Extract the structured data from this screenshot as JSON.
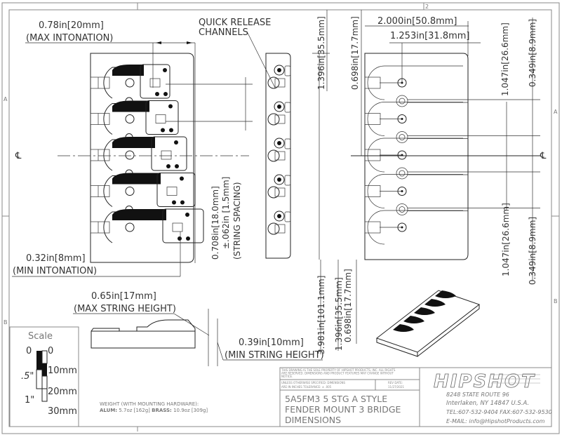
{
  "drawing": {
    "zone_labels": {
      "top_col": "2",
      "left_row_a": "A",
      "right_row_a": "A",
      "left_row_b": "B",
      "right_row_b": "B",
      "centerline": "℄"
    },
    "top_view": {
      "max_intonation_value": "0.78in[20mm]",
      "max_intonation_label": "(MAX INTONATION)",
      "min_intonation_value": "0.32in[8mm]",
      "min_intonation_label": "(MIN INTONATION)",
      "string_spacing_value": "0.708in[18.0mm]",
      "string_spacing_tolerance": "±.062in [1.5mm]",
      "string_spacing_label": "(STRING SPACING)",
      "saddle_count": 5
    },
    "side_callout": {
      "line1": "QUICK RELEASE",
      "line2": "CHANNELS"
    },
    "vertical_dims": {
      "d1": "1.396in[35.5mm]",
      "d2": "0.698in[17.7mm]",
      "overall_length": "3.981in[101.1mm]",
      "d3": "1.396in[35.5mm]",
      "d4": "0.698in[17.7mm]"
    },
    "bottom_view": {
      "width": "2.000in[50.8mm]",
      "hole_offset": "1.253in[31.8mm]",
      "outer_top": "1.047in[26.6mm]",
      "inner_top": "0.349in[8.9mm]",
      "outer_bottom": "1.047in[26.6mm]",
      "inner_bottom": "0.349in[8.9mm]"
    },
    "profile_view": {
      "max_height_value": "0.65in[17mm]",
      "max_height_label": "(MAX STRING HEIGHT)",
      "min_height_value": "0.39in[10mm]",
      "min_height_label": "(MIN STRING HEIGHT)"
    },
    "scale_box": {
      "title": "Scale",
      "inch_ticks": [
        "0",
        ".5\"",
        "1\""
      ],
      "mm_ticks": [
        "0",
        "10mm",
        "20mm",
        "30mm"
      ]
    },
    "weight": {
      "line1": "WEIGHT (WITH MOUNTING HARDWARE):",
      "alum_label": "ALUM:",
      "alum_value": "5.7oz [162g]",
      "brass_label": "BRASS:",
      "brass_value": "10.9oz [309g]"
    },
    "title_block": {
      "notice": "THIS DRAWING IS THE SOLE PROPERTY OF HIPSHOT PRODUCTS, INC. ALL RIGHTS ARE RESERVED. DIMENSIONS AND PRODUCT FEATURES MAY CHANGE WITHOUT NOTICE.",
      "tolerance_line1": "UNLESS OTHERWISE SPECIFIED: DIMENSIONS",
      "tolerance_line2": "ARE IN INCHES TOLERANCE: ± .005",
      "rev_label": "REV DATE:",
      "rev_date": "11/27/2021",
      "title_line1": "5A5FM3 5 STG A STYLE",
      "title_line2": "FENDER MOUNT 3 BRIDGE",
      "title_line3": "DIMENSIONS"
    },
    "company": {
      "logo": "HIPSHOT",
      "address1": "8248 STATE ROUTE 96",
      "address2": "Interlaken, NY 14847 U.S.A.",
      "phone": "TEL:607-532-9404 FAX:607-532-9530",
      "email": "E-MAIL: info@HipshotProducts.com"
    }
  }
}
